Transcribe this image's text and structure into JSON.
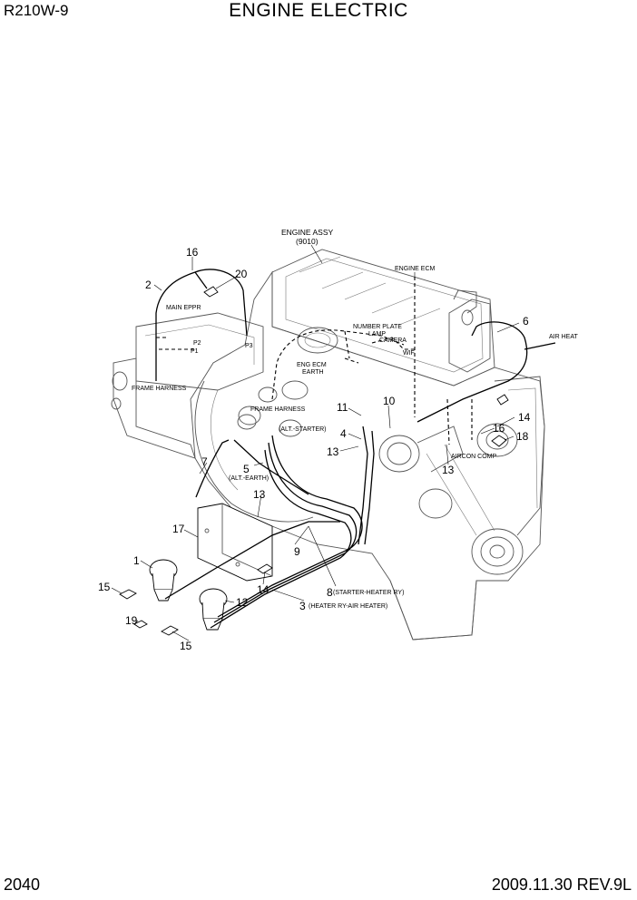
{
  "header": {
    "model": "R210W-9",
    "title": "ENGINE ELECTRIC"
  },
  "footer": {
    "page_number": "2040",
    "date_rev": "2009.11.30  REV.9L"
  },
  "labels": {
    "engine_assy": "ENGINE ASSY",
    "engine_assy_code": "(9010)",
    "engine_ecm": "ENGINE ECM",
    "number_plate": "NUMBER PLATE",
    "lamp": "LAMP",
    "camera": "CAMERA",
    "wif": "WIF",
    "eng_ecm": "ENG ECM",
    "earth": "EARTH",
    "main_eppr": "MAIN EPPR",
    "p2": "P2",
    "p1": "P1",
    "p3": "P3",
    "frame_harness_1": "FRAME HARNESS",
    "frame_harness_2": "FRAME HARNESS",
    "alt_starter": "(ALT.-STARTER)",
    "alt_earth": "(ALT.-EARTH)",
    "air_heat": "AIR HEAT",
    "aircon_comp": "AIRCON COMP",
    "starter_heater_ry": "(STARTER-HEATER RY)",
    "heater_ry_air_heater": "(HEATER RY-AIR HEATER)"
  },
  "callouts": {
    "c1": "1",
    "c2": "2",
    "c3": "3",
    "c4": "4",
    "c5": "5",
    "c6": "6",
    "c7": "7",
    "c8": "8",
    "c9": "9",
    "c10": "10",
    "c11": "11",
    "c12": "12",
    "c13a": "13",
    "c13b": "13",
    "c13c": "13",
    "c14a": "14",
    "c14b": "14",
    "c15a": "15",
    "c15b": "15",
    "c16a": "16",
    "c16b": "16",
    "c17": "17",
    "c18": "18",
    "c19": "19",
    "c20": "20"
  }
}
